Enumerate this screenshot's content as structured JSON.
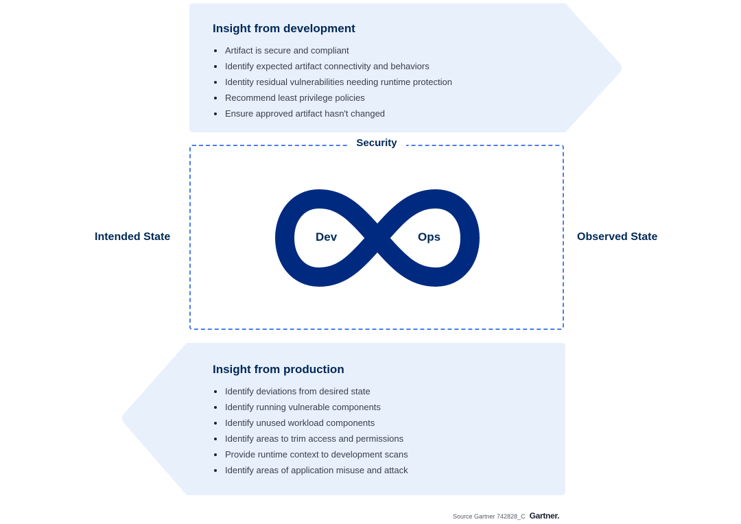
{
  "top_panel": {
    "title": "Insight from development",
    "items": [
      "Artifact is secure and compliant",
      "Identify expected artifact connectivity and behaviors",
      "Identity residual vulnerabilities needing runtime protection",
      "Recommend least privilege policies",
      "Ensure approved artifact hasn't changed"
    ]
  },
  "security": {
    "label": "Security"
  },
  "left_state": "Intended State",
  "right_state": "Observed State",
  "infinity": {
    "dev": "Dev",
    "ops": "Ops"
  },
  "bottom_panel": {
    "title": "Insight from production",
    "items": [
      "Identify deviations from desired state",
      "Identify running vulnerable components",
      "Identify unused workload components",
      "Identify areas to trim access and permissions",
      "Provide runtime context to development scans",
      "Identify areas of application misuse and attack"
    ]
  },
  "footer": {
    "source": "Source Gartner 742828_C",
    "logo": "Gartner."
  },
  "colors": {
    "panel_bg": "#e8f0fc",
    "navy": "#002856",
    "dash": "#4a7de8"
  }
}
